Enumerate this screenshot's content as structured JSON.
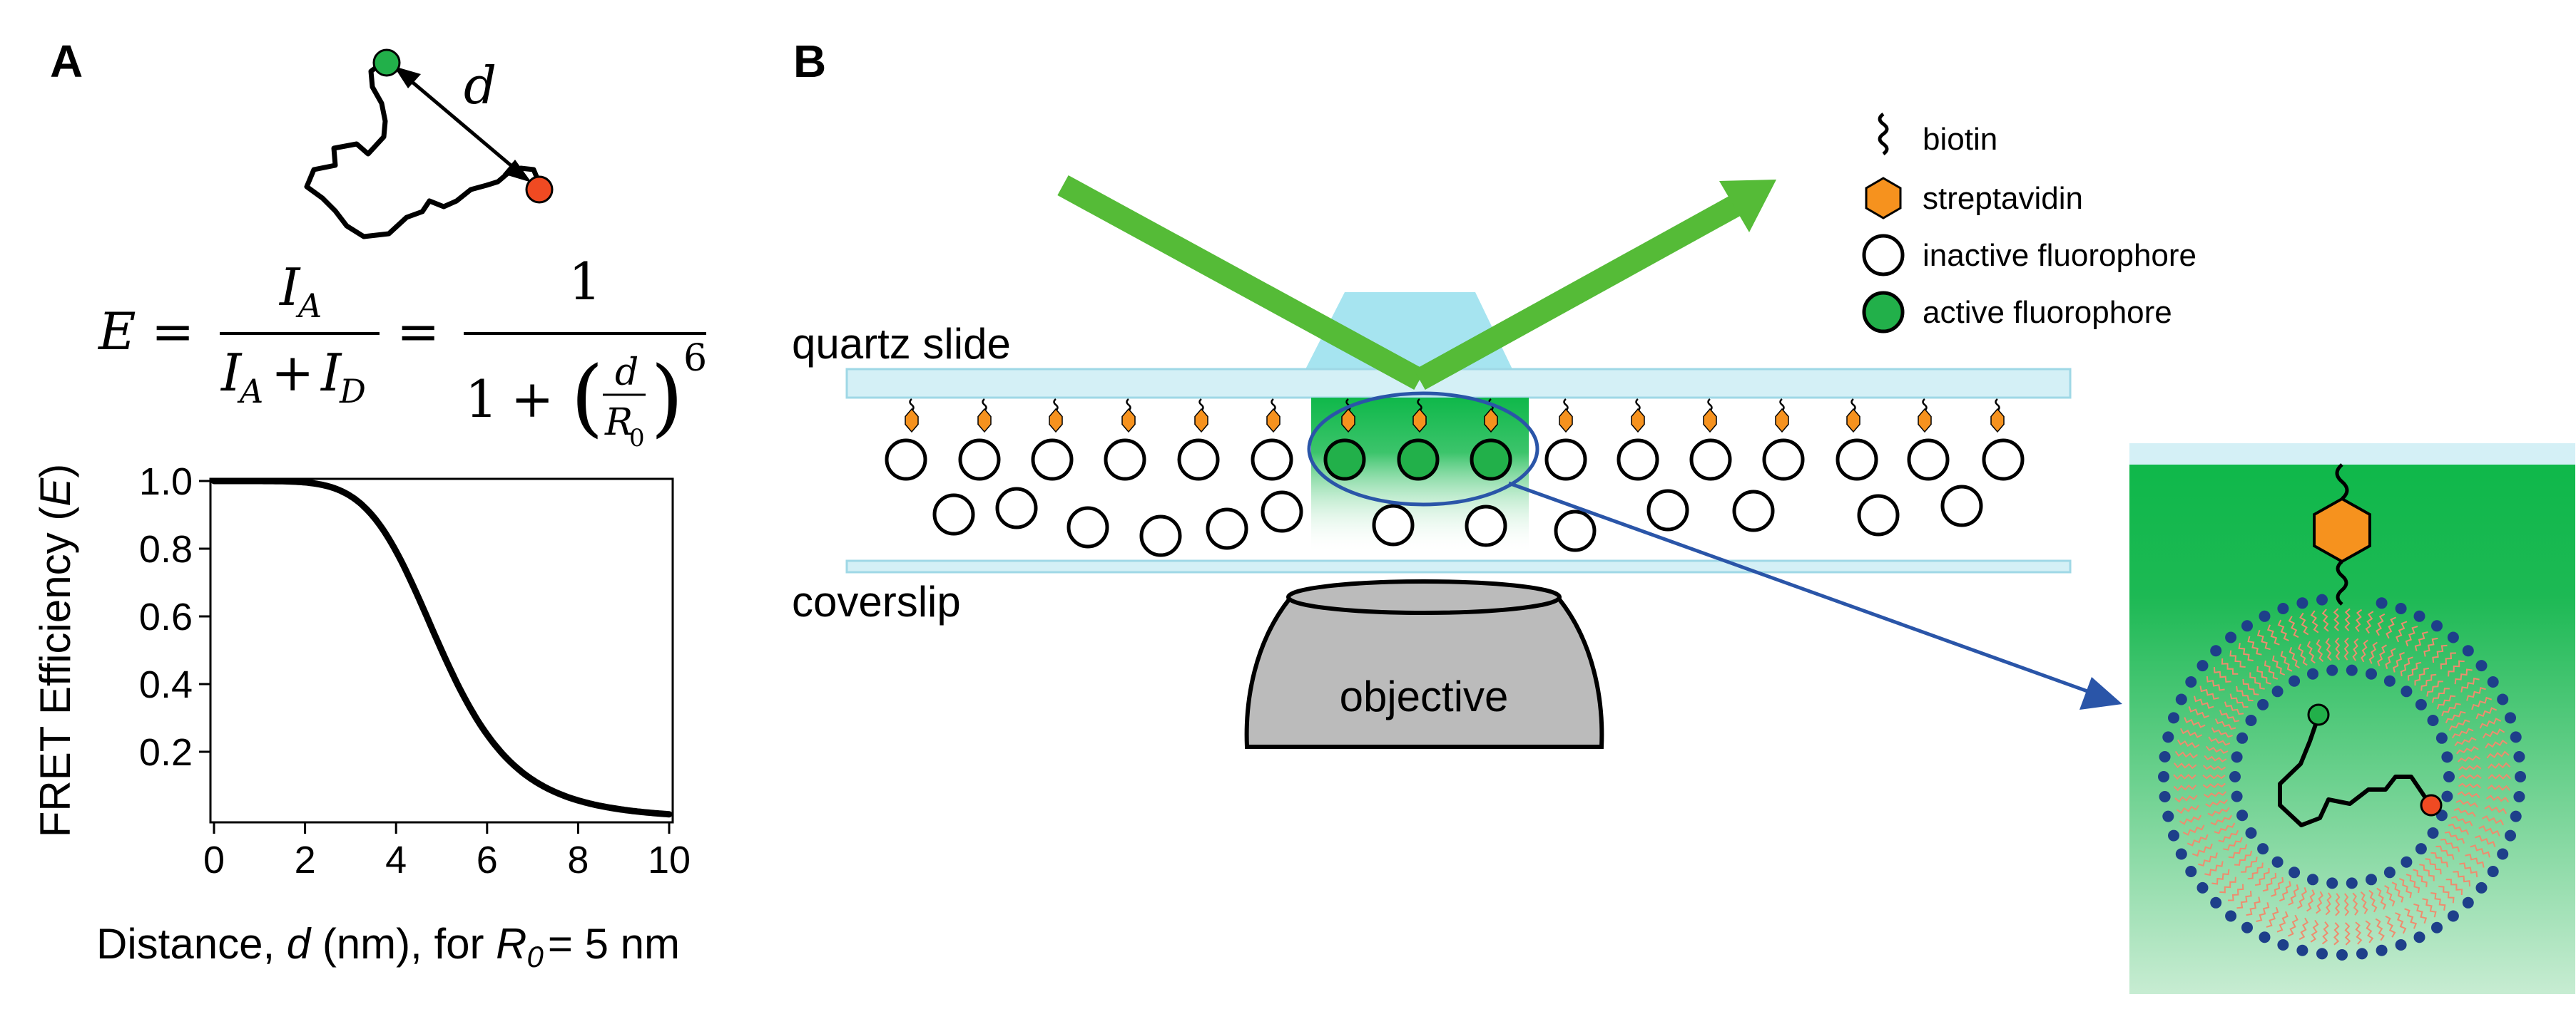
{
  "panels": {
    "a": {
      "label": "A",
      "distance_symbol": "d",
      "equation": {
        "lhs": "E",
        "equals": "=",
        "num1_main": "I",
        "num1_sub": "A",
        "den1_a_main": "I",
        "den1_a_sub": "A",
        "plus": "+",
        "den1_b_main": "I",
        "den1_b_sub": "D",
        "num2": "1",
        "den2_one": "1",
        "ratio_num": "d",
        "ratio_den_main": "R",
        "ratio_den_sub": "0",
        "exponent": "6"
      }
    },
    "b": {
      "label": "B",
      "quartz_label": "quartz slide",
      "coverslip_label": "coverslip",
      "objective_label": "objective",
      "legend": [
        {
          "icon": "biotin",
          "label": "biotin"
        },
        {
          "icon": "streptavidin",
          "label": "streptavidin"
        },
        {
          "icon": "inactive",
          "label": "inactive fluorophore"
        },
        {
          "icon": "active",
          "label": "active fluorophore"
        }
      ]
    }
  },
  "chart_data": {
    "type": "line",
    "xlabel_prefix": "Distance, ",
    "xlabel_var": "d",
    "xlabel_mid": " (nm), for ",
    "xlabel_R": "R",
    "xlabel_R_sub": "0",
    "xlabel_suffix": "= 5 nm",
    "ylabel_prefix": "FRET Efficiency (",
    "ylabel_var": "E",
    "ylabel_suffix": ")",
    "xlim": [
      0,
      10
    ],
    "ylim": [
      0,
      1.0
    ],
    "xticks": [
      0,
      2,
      4,
      6,
      8,
      10
    ],
    "yticks": [
      0.2,
      0.4,
      0.6,
      0.8,
      1.0
    ],
    "xtick_labels": [
      "0",
      "2",
      "4",
      "6",
      "8",
      "10"
    ],
    "ytick_labels": [
      "0.2",
      "0.4",
      "0.6",
      "0.8",
      "1.0"
    ],
    "R0": 5,
    "series": [
      {
        "x": [
          0,
          0.5,
          1,
          1.5,
          2,
          2.5,
          3,
          3.5,
          4,
          4.5,
          5,
          5.5,
          6,
          6.5,
          7,
          7.5,
          8,
          8.5,
          9,
          9.5,
          10
        ],
        "y": [
          1.0,
          1.0,
          1.0,
          0.9997,
          0.9959,
          0.9846,
          0.9551,
          0.8945,
          0.7923,
          0.6537,
          0.5,
          0.3606,
          0.2511,
          0.1715,
          0.1164,
          0.0806,
          0.0562,
          0.04,
          0.029,
          0.0214,
          0.0154
        ]
      }
    ]
  }
}
